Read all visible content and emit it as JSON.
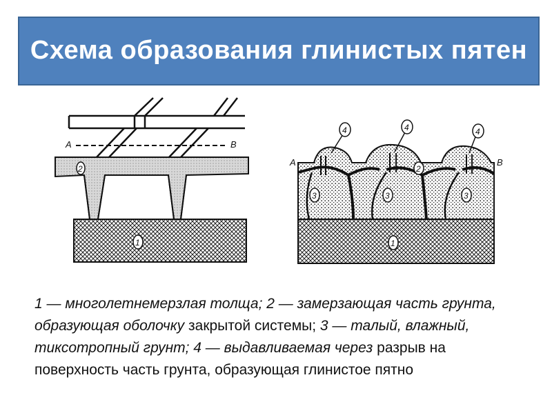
{
  "title": "Схема образования глинистых пятен",
  "diagram": {
    "left": {
      "label_a": "A",
      "label_b": "B",
      "marker_1": "1",
      "marker_2": "2"
    },
    "right": {
      "label_a": "A",
      "label_b": "B",
      "marker_1": "1",
      "marker_2": "2",
      "marker_3": "3",
      "marker_4": "4"
    }
  },
  "caption": {
    "part1": "1 — многолетнемерзлая толща; 2 — замерзающая часть грунта, образующая оболочку",
    "part2": " закрытой системы; ",
    "part3": "3 — талый, влажный, тиксотропный грунт; 4 — выдавливаемая через",
    "part4": " разрыв на поверхность часть грунта, образующая глинистое пятно"
  }
}
